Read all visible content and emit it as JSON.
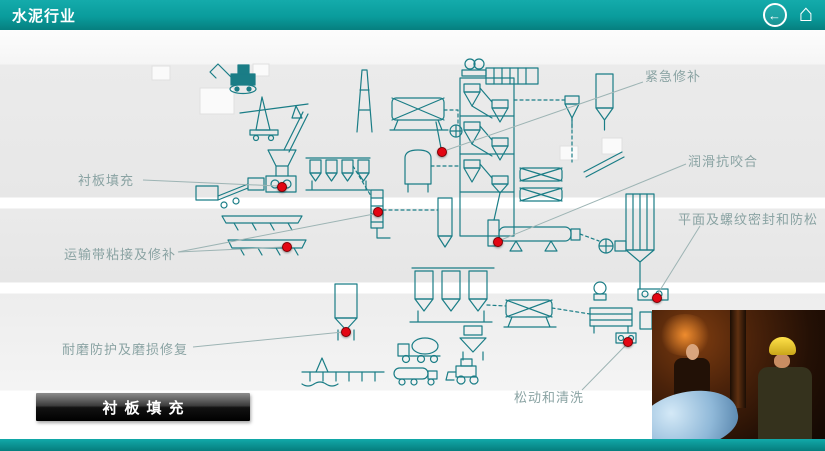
{
  "header": {
    "title": "水泥行业"
  },
  "icons": {
    "back": "←",
    "home": "⌂"
  },
  "annotations": {
    "emergency_repair": "紧急修补",
    "liner_filling": "衬板填充",
    "lubrication_antiseize": "润滑抗咬合",
    "surface_thread_sealing": "平面及螺纹密封和防松",
    "conveyor_belt_repair": "运输带粘接及修补",
    "wear_protection_repair": "耐磨防护及磨损修复",
    "loosening_cleaning": "松动和清洗"
  },
  "footer": {
    "selected_item": "衬板填充"
  },
  "colors": {
    "accent": "#0a9c9c",
    "diagram": "#1a7d86",
    "marker": "#e30613",
    "label": "#8aa3a3"
  }
}
